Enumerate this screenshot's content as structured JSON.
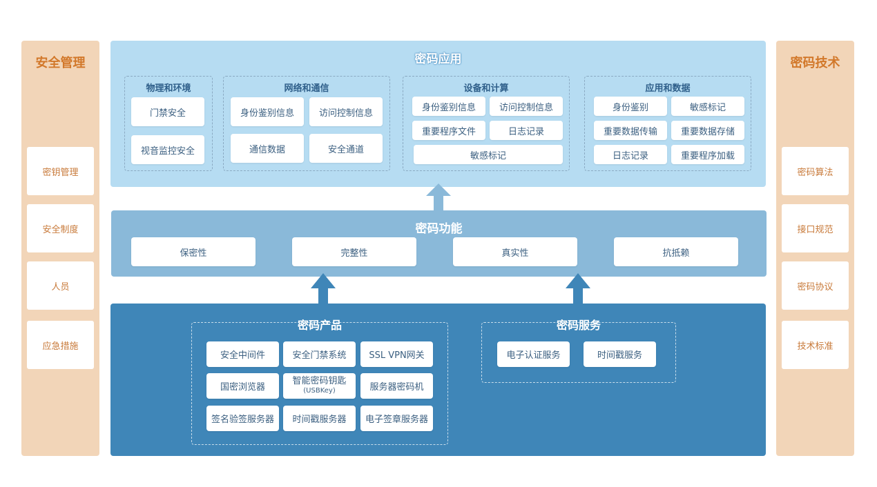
{
  "left_column": {
    "title": "安全管理",
    "items": [
      "密钥管理",
      "安全制度",
      "人员",
      "应急措施"
    ]
  },
  "right_column": {
    "title": "密码技术",
    "items": [
      "密码算法",
      "接口规范",
      "密码协议",
      "技术标准"
    ]
  },
  "application": {
    "title": "密码应用",
    "groups": [
      {
        "title": "物理和环境",
        "items": [
          "门禁安全",
          "视音监控安全"
        ]
      },
      {
        "title": "网络和通信",
        "items": [
          "身份鉴别信息",
          "访问控制信息",
          "通信数据",
          "安全通道"
        ]
      },
      {
        "title": "设备和计算",
        "items": [
          "身份鉴别信息",
          "访问控制信息",
          "重要程序文件",
          "日志记录",
          "敏感标记"
        ]
      },
      {
        "title": "应用和数据",
        "items": [
          "身份鉴别",
          "敏感标记",
          "重要数据传输",
          "重要数据存储",
          "日志记录",
          "重要程序加载"
        ]
      }
    ]
  },
  "function": {
    "title": "密码功能",
    "items": [
      "保密性",
      "完整性",
      "真实性",
      "抗抵赖"
    ]
  },
  "products": {
    "title": "密码产品",
    "items": [
      {
        "label": "安全中间件",
        "sub": ""
      },
      {
        "label": "安全门禁系统",
        "sub": ""
      },
      {
        "label": "SSL VPN网关",
        "sub": ""
      },
      {
        "label": "国密浏览器",
        "sub": ""
      },
      {
        "label": "智能密码钥匙",
        "sub": "(USBKey)"
      },
      {
        "label": "服务器密码机",
        "sub": ""
      },
      {
        "label": "签名验签服务器",
        "sub": ""
      },
      {
        "label": "时间戳服务器",
        "sub": ""
      },
      {
        "label": "电子签章服务器",
        "sub": ""
      }
    ]
  },
  "services": {
    "title": "密码服务",
    "items": [
      "电子认证服务",
      "时间戳服务"
    ]
  },
  "colors": {
    "side": "#f2d5b8",
    "app_band": "#b6dcf2",
    "func_band": "#8ab9d9",
    "prod_band": "#3f86b8"
  }
}
